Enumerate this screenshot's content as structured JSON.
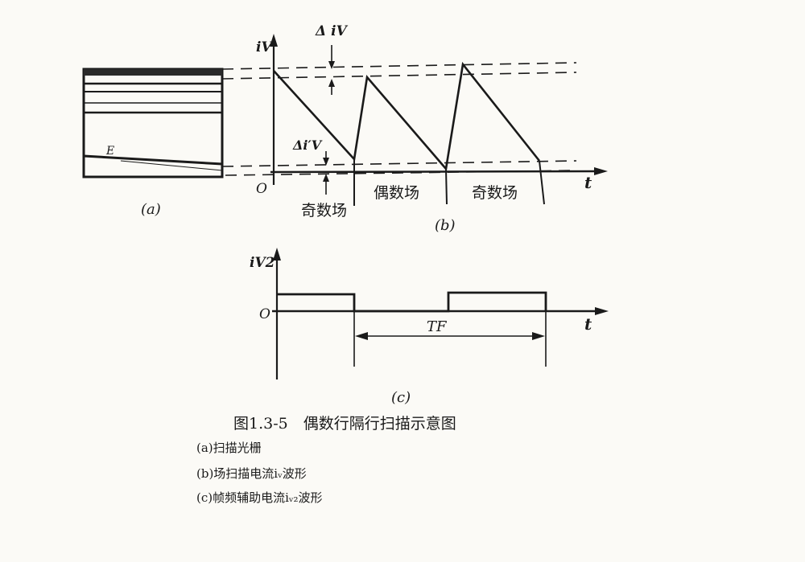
{
  "figure": {
    "caption": "图1.3-5　偶数行隔行扫描示意图",
    "sub_captions": [
      "(a)扫描光栅",
      "(b)场扫描电流iᵥ波形",
      "(c)帧频辅助电流iᵥ₂波形"
    ]
  },
  "panel_a": {
    "label": "(a)",
    "raster_mark": "E"
  },
  "panel_b": {
    "label": "(b)",
    "y_axis_label": "iV",
    "x_axis_label": "t",
    "origin_label": "O",
    "delta_top_label": "Δ iV",
    "delta_bottom_label": "Δi′V",
    "field_labels": [
      "奇数场",
      "偶数场",
      "奇数场"
    ]
  },
  "panel_c": {
    "label": "(c)",
    "y_axis_label": "iV2",
    "x_axis_label": "t",
    "origin_label": "O",
    "period_label": "TF"
  }
}
